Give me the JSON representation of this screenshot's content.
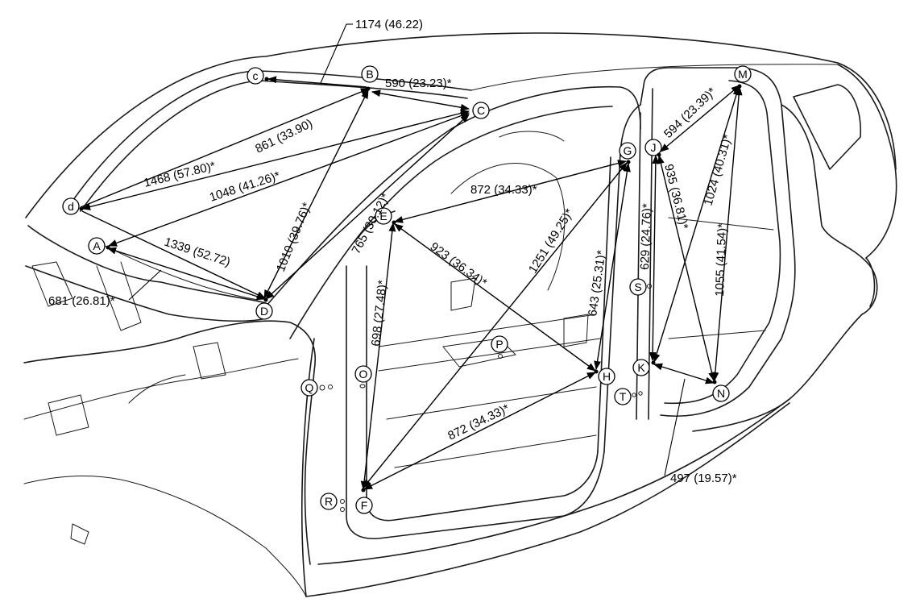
{
  "points": {
    "A": "A",
    "B": "B",
    "C": "C",
    "c": "c",
    "D": "D",
    "d": "d",
    "E": "E",
    "F": "F",
    "G": "G",
    "H": "H",
    "J": "J",
    "K": "K",
    "M": "M",
    "N": "N",
    "O": "O",
    "P": "P",
    "Q": "Q",
    "R": "R",
    "S": "S",
    "T": "T"
  },
  "dimensions": {
    "c_C": "1174 (46.22)",
    "B_C": "590 (23.23)*",
    "d_B": "861 (33.90)",
    "d_C": "1468 (57.80)*",
    "A_C": "1048 (41.26)*",
    "A_D": "1339 (52.72)",
    "A_D_lower": "681 (26.81)*",
    "B_D": "1010 (39.76)*",
    "C_D": "765 (30.12)*",
    "E_G": "872 (34.33)*",
    "E_F": "698 (27.48)*",
    "E_H": "923 (36.34)*",
    "F_G": "1251 (49.25)*",
    "G_H": "643 (25.31)*",
    "F_H": "872 (34.33)*",
    "J_M": "594 (23.39)*",
    "J_N": "935 (36.81)*",
    "K_M": "1024 (40.31)*",
    "J_K": "629 (24.76)*",
    "M_N": "1055 (41.54)*",
    "K_N": "497 (19.57)*"
  }
}
